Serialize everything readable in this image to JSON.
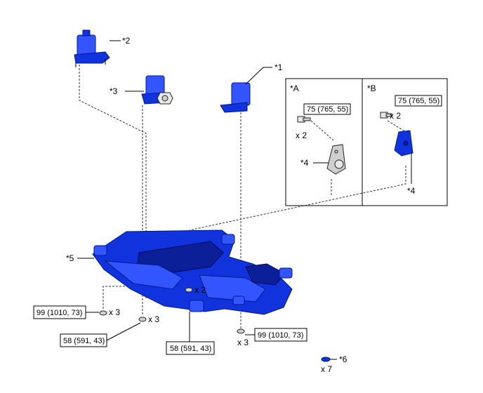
{
  "callouts": {
    "c1": "*1",
    "c2": "*2",
    "c3": "*3",
    "c4a": "*4",
    "c4b": "*4",
    "c5": "*5",
    "c6": "*6"
  },
  "insets": {
    "a_title": "*A",
    "b_title": "*B"
  },
  "torques": {
    "inset_a": "75 (765, 55)",
    "inset_b": "75 (765, 55)",
    "nut_left": "99 (1010, 73)",
    "nut_center": "58 (591, 43)",
    "nut_main": "58 (591, 43)",
    "nut_right": "99 (1010, 73)"
  },
  "quantities": {
    "inset_a": "x 2",
    "inset_b": "x 2",
    "left": "x 3",
    "center_left": "x 3",
    "center": "x 2",
    "right": "x 3",
    "clip": "x 7"
  }
}
